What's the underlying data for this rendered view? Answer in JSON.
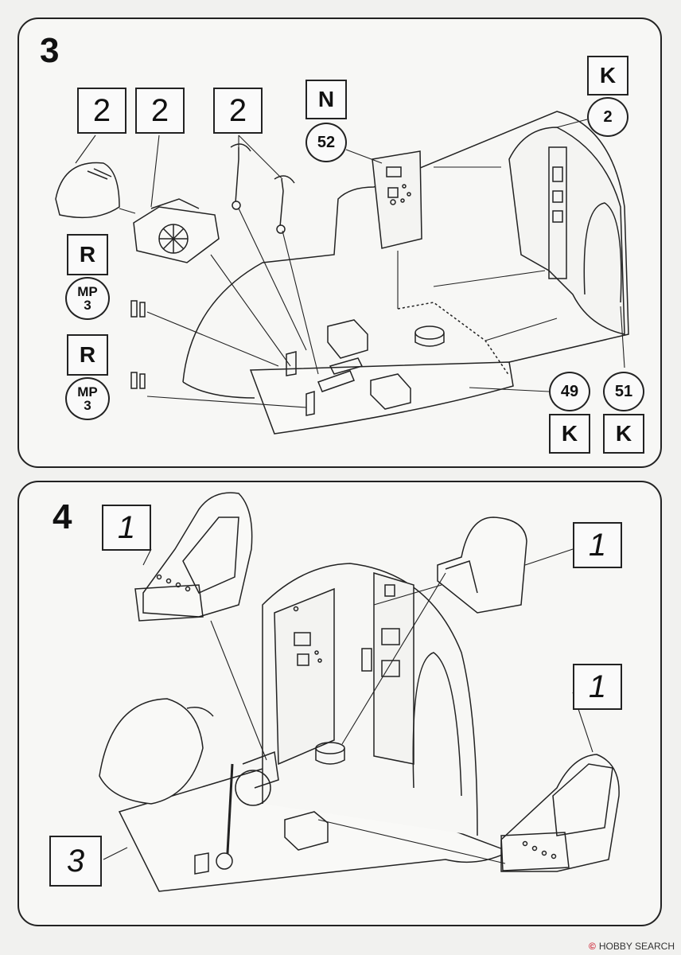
{
  "steps": [
    {
      "number": "3",
      "callouts": {
        "box_2a": "2",
        "box_2b": "2",
        "box_2c": "2",
        "box_n": "N",
        "circ_52": "52",
        "box_k_top": "K",
        "circ_2": "2",
        "box_r1": "R",
        "mp1_top": "MP",
        "mp1_bot": "3",
        "box_r2": "R",
        "mp2_top": "MP",
        "mp2_bot": "3",
        "circ_49": "49",
        "circ_51": "51",
        "box_k1": "K",
        "box_k2": "K"
      }
    },
    {
      "number": "4",
      "callouts": {
        "box_1a": "1",
        "box_1b": "1",
        "box_1c": "1",
        "box_3": "3"
      }
    }
  ],
  "footer": {
    "brand": "HOBBY SEARCH",
    "copyright": "©"
  }
}
